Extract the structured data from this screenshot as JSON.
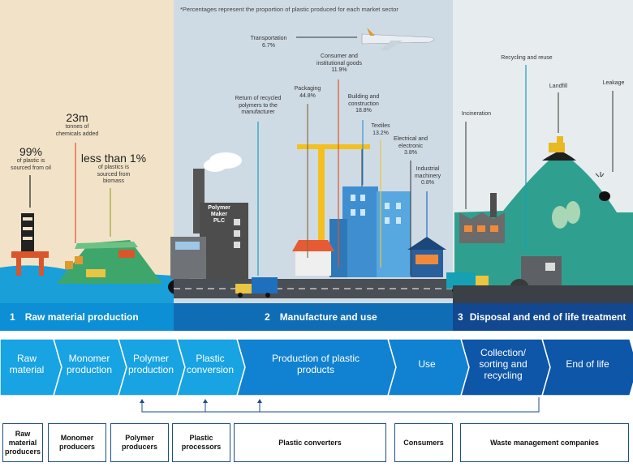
{
  "note": "*Percentages represent the proportion of plastic produced for each market sector",
  "left_stats": {
    "oil_value": "99%",
    "oil_text": [
      "of plastic is",
      "sourced from oil"
    ],
    "chem_value": "23m",
    "chem_text": [
      "tonnes of",
      "chemicals added"
    ],
    "bio_value": "less than 1%",
    "bio_text": [
      "of plastics is",
      "sourced from",
      "biomass"
    ]
  },
  "return_label": [
    "Return of recycled",
    "polymers to the",
    "manufacturer"
  ],
  "factory_sign": [
    "Polymer",
    "Maker",
    "PLC"
  ],
  "sectors": [
    {
      "name": [
        "Transportation"
      ],
      "pct": "6.7%"
    },
    {
      "name": [
        "Consumer and",
        "institutional goods"
      ],
      "pct": "11.9%"
    },
    {
      "name": [
        "Packaging"
      ],
      "pct": "44.8%"
    },
    {
      "name": [
        "Building and",
        "construction"
      ],
      "pct": "18.8%"
    },
    {
      "name": [
        "Textiles"
      ],
      "pct": "13.2%"
    },
    {
      "name": [
        "Electrical and",
        "electronic"
      ],
      "pct": "3.8%"
    },
    {
      "name": [
        "Industrial",
        "machinery"
      ],
      "pct": "0.8%"
    }
  ],
  "disposal": {
    "recycling": "Recycling and reuse",
    "landfill": "Landfill",
    "leakage": "Leakage",
    "incineration": "Incineration"
  },
  "stages": [
    {
      "num": "1",
      "label": "Raw material production",
      "color": "#0c8fd4"
    },
    {
      "num": "2",
      "label": "Manufacture and use",
      "color": "#0f6db5"
    },
    {
      "num": "3",
      "label": "Disposal and end of life treatment",
      "color": "#12488f"
    }
  ],
  "chain": [
    {
      "label": [
        "Raw",
        "material"
      ],
      "color": "#18a3e3"
    },
    {
      "label": [
        "Monomer",
        "production"
      ],
      "color": "#18a3e3"
    },
    {
      "label": [
        "Polymer",
        "production"
      ],
      "color": "#18a3e3"
    },
    {
      "label": [
        "Plastic",
        "conversion"
      ],
      "color": "#18a3e3"
    },
    {
      "label": [
        "Production of plastic",
        "products"
      ],
      "color": "#1182d1"
    },
    {
      "label": [
        "Use"
      ],
      "color": "#1182d1"
    },
    {
      "label": [
        "Collection/",
        "sorting and",
        "recycling"
      ],
      "color": "#0d56a8"
    },
    {
      "label": [
        "End of life"
      ],
      "color": "#0d56a8"
    }
  ],
  "actors": [
    [
      "Raw",
      "material",
      "producers"
    ],
    [
      "Monomer",
      "producers"
    ],
    [
      "Polymer",
      "producers"
    ],
    [
      "Plastic",
      "processors"
    ],
    [
      "Plastic converters"
    ],
    [
      "Consumers"
    ],
    [
      "Waste management companies"
    ]
  ]
}
